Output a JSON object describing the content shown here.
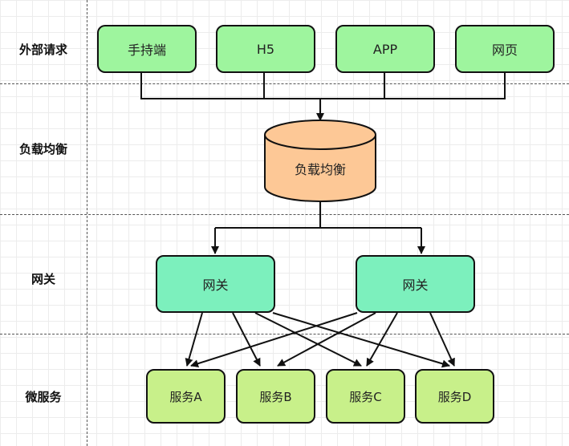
{
  "lanes": {
    "external": "外部请求",
    "load_balancing": "负载均衡",
    "gateway": "网关",
    "microservices": "微服务"
  },
  "requests": [
    "手持端",
    "H5",
    "APP",
    "网页"
  ],
  "load_balancer": "负载均衡",
  "gateways": [
    "网关",
    "网关"
  ],
  "services": [
    "服务A",
    "服务B",
    "服务C",
    "服务D"
  ],
  "colors": {
    "request_fill": "#9ef59e",
    "load_balancer_fill": "#fdc896",
    "gateway_fill": "#7cf0bd",
    "service_fill": "#c8f08a"
  }
}
